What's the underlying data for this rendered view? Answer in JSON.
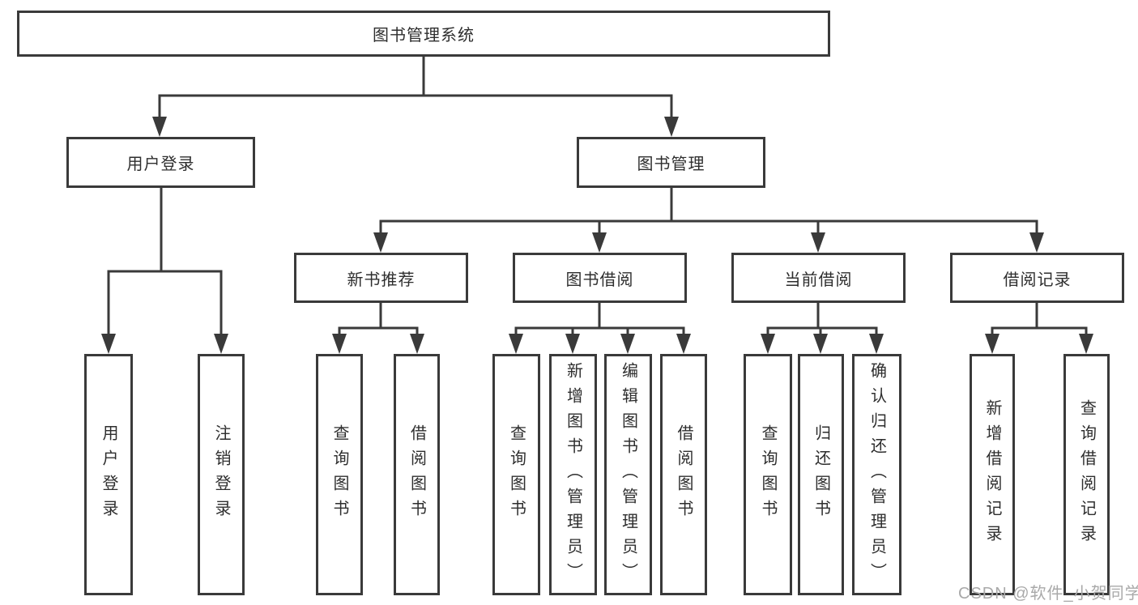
{
  "nodes": {
    "root": {
      "label": "图书管理系统"
    },
    "user_login_branch": {
      "label": "用户登录"
    },
    "book_management": {
      "label": "图书管理"
    },
    "new_book_recommend": {
      "label": "新书推荐"
    },
    "book_borrowing": {
      "label": "图书借阅"
    },
    "current_borrowing": {
      "label": "当前借阅"
    },
    "borrow_records": {
      "label": "借阅记录"
    },
    "leaf_user_login": {
      "label": "用户登录"
    },
    "leaf_logout": {
      "label": "注销登录"
    },
    "leaf_nb_query_books": {
      "label": "查询图书"
    },
    "leaf_nb_borrow_books": {
      "label": "借阅图书"
    },
    "leaf_bb_query_books": {
      "label": "查询图书"
    },
    "leaf_bb_add_books": {
      "label": "新增图书（管理员）"
    },
    "leaf_bb_edit_books": {
      "label": "编辑图书（管理员）"
    },
    "leaf_bb_borrow_books": {
      "label": "借阅图书"
    },
    "leaf_cb_query_books": {
      "label": "查询图书"
    },
    "leaf_cb_return_books": {
      "label": "归还图书"
    },
    "leaf_cb_confirm_return": {
      "label": "确认归还（管理员）"
    },
    "leaf_br_add_record": {
      "label": "新增借阅记录"
    },
    "leaf_br_query_record": {
      "label": "查询借阅记录"
    }
  },
  "watermark": {
    "text": "CSDN @软件_小贺同学"
  },
  "colors": {
    "line": "#3a3a3a",
    "text": "#2e2e2e",
    "watermark": "#a9a9a9",
    "background": "#ffffff",
    "box_fill": "#ffffff"
  }
}
